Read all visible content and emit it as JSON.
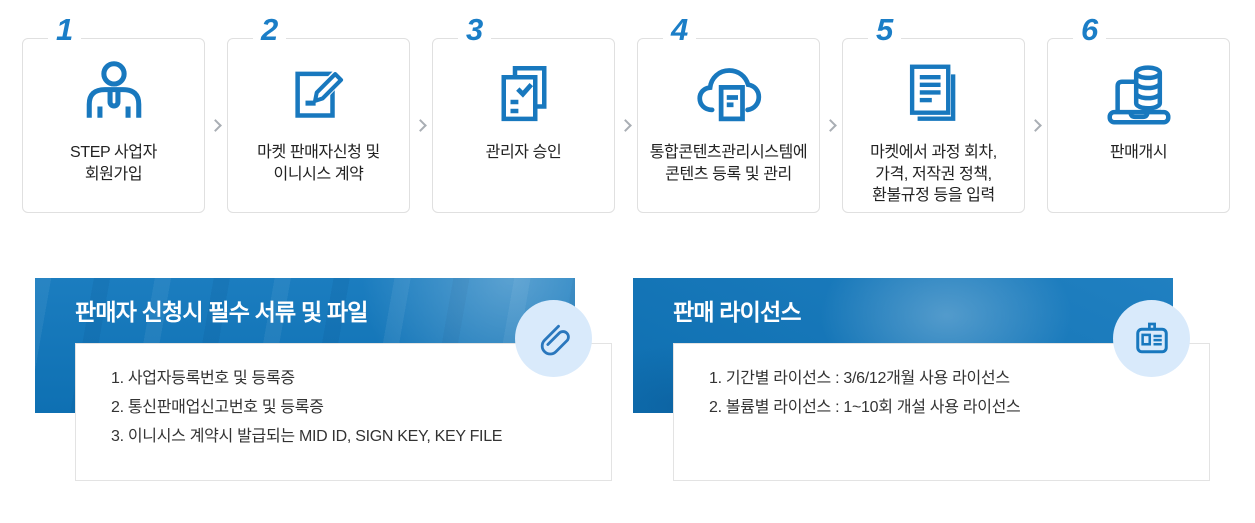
{
  "steps": [
    {
      "number": "1",
      "icon": "user-icon",
      "lines": [
        "STEP 사업자",
        "회원가입"
      ]
    },
    {
      "number": "2",
      "icon": "contract-sign-icon",
      "lines": [
        "마켓 판매자신청 및",
        "이니시스 계약"
      ]
    },
    {
      "number": "3",
      "icon": "approval-doc-icon",
      "lines": [
        "관리자 승인"
      ]
    },
    {
      "number": "4",
      "icon": "cloud-content-icon",
      "lines": [
        "통합콘텐츠관리시스템에",
        "콘텐츠 등록 및 관리"
      ]
    },
    {
      "number": "5",
      "icon": "policy-docs-icon",
      "lines": [
        "마켓에서 과정 회차,",
        "가격, 저작권 정책,",
        "환불규정 등을 입력"
      ]
    },
    {
      "number": "6",
      "icon": "laptop-coins-icon",
      "lines": [
        "판매개시"
      ]
    }
  ],
  "docs_card": {
    "title": "판매자 신청시 필수 서류 및 파일",
    "icon": "paperclip-icon",
    "items": [
      "1. 사업자등록번호 및 등록증",
      "2. 통신판매업신고번호 및 등록증",
      "3. 이니시스 계약시 발급되는 MID ID, SIGN KEY, KEY FILE"
    ]
  },
  "license_card": {
    "title": "판매 라이선스",
    "icon": "id-card-icon",
    "items": [
      "1. 기간별 라이선스 : 3/6/12개월 사용 라이선스",
      "2. 볼륨별 라이선스 : 1~10회 개설 사용 라이선스"
    ]
  },
  "colors": {
    "icon_stroke": "#1878be",
    "step_number": "#1b7ec7",
    "panel_blue": "#0f76bc",
    "badge_bg": "#d9eafb",
    "card_border": "#e0e0e0",
    "arrow": "#a9aeb4",
    "list_text": "#333333"
  }
}
